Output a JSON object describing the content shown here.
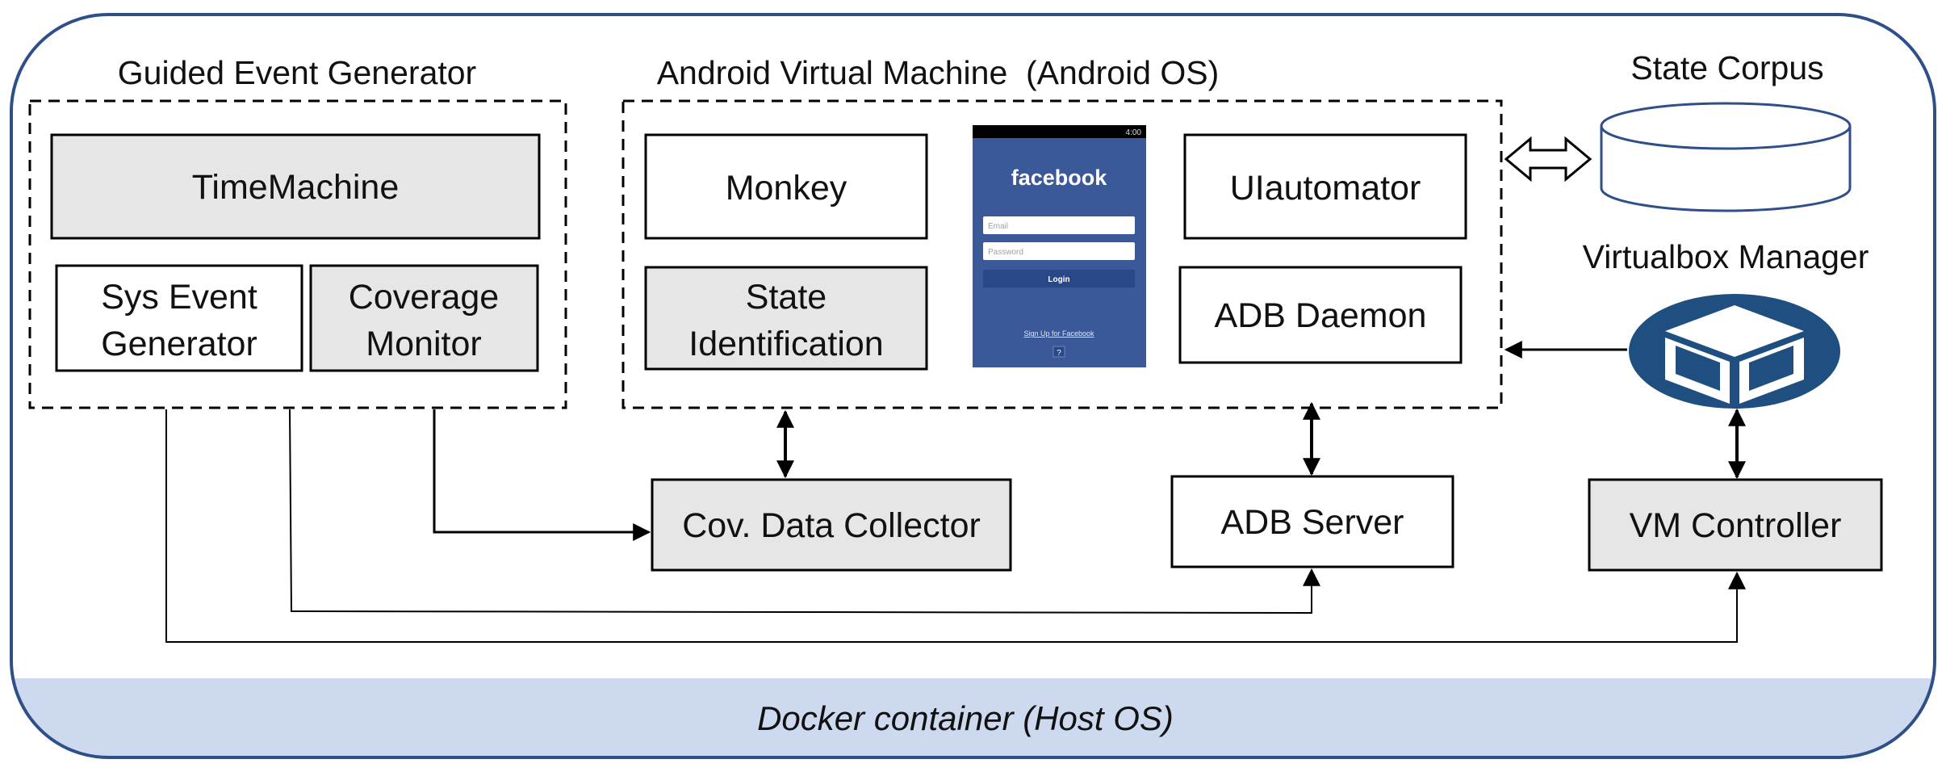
{
  "container": {
    "label": "Docker container (Host OS)",
    "colors": {
      "border": "#2f4f8a",
      "band": "#ccd9ee"
    }
  },
  "groups": {
    "guided": {
      "title": "Guided Event Generator"
    },
    "avm": {
      "title": "Android Virtual Machine  (Android OS)"
    },
    "corpus": {
      "title": "State Corpus"
    },
    "vbox": {
      "title": "Virtualbox Manager",
      "icon": "virtualbox-cube-icon"
    }
  },
  "boxes": {
    "timemachine": "TimeMachine",
    "sys_event": [
      "Sys Event",
      "Generator"
    ],
    "coverage": [
      "Coverage",
      "Monitor"
    ],
    "monkey": "Monkey",
    "state_id": [
      "State",
      "Identification"
    ],
    "uiautomator": "UIautomator",
    "adb_daemon": "ADB Daemon",
    "cov_collector": "Cov. Data Collector",
    "adb_server": "ADB Server",
    "vm_controller": "VM Controller"
  },
  "phone": {
    "brand": "facebook",
    "email_placeholder": "Email",
    "password_placeholder": "Password",
    "login_label": "Login",
    "signup_link": "Sign Up for Facebook",
    "help_label": "?",
    "status_time": "4:00",
    "colors": {
      "bg": "#3b5998",
      "button": "#2a4887"
    }
  },
  "colors": {
    "gray_fill": "#e6e6e6",
    "line": "#000000"
  }
}
